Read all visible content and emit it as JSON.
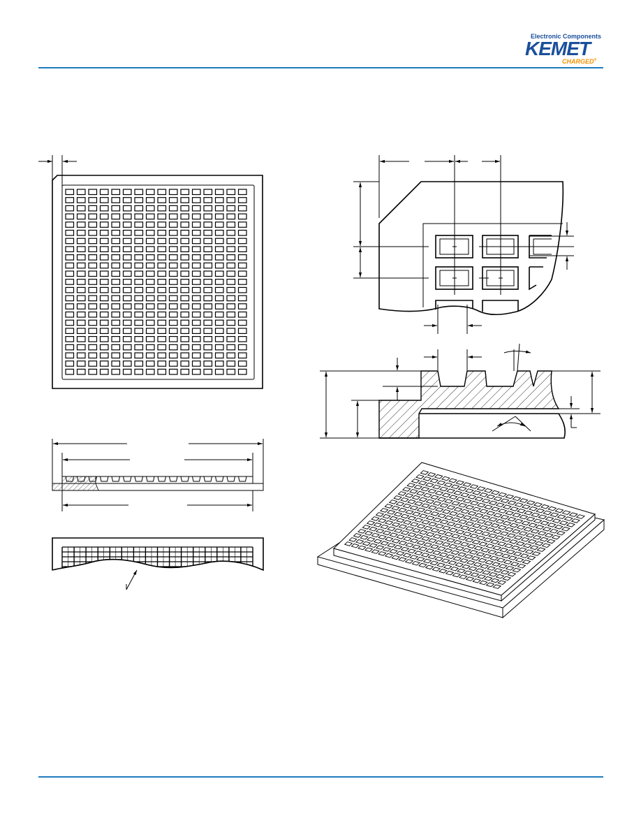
{
  "header": {
    "logo": {
      "small_text": "Electronic Components",
      "brand": "KEMET",
      "tagline": "CHARGED",
      "tagline_mark": "®"
    }
  },
  "colors": {
    "rule": "#1f7bbf",
    "brand_blue": "#1a4f9c",
    "charged_orange": "#f39200"
  },
  "drawing": {
    "tray_top_view": {
      "grid_rows": 23,
      "grid_cols": 16
    }
  }
}
